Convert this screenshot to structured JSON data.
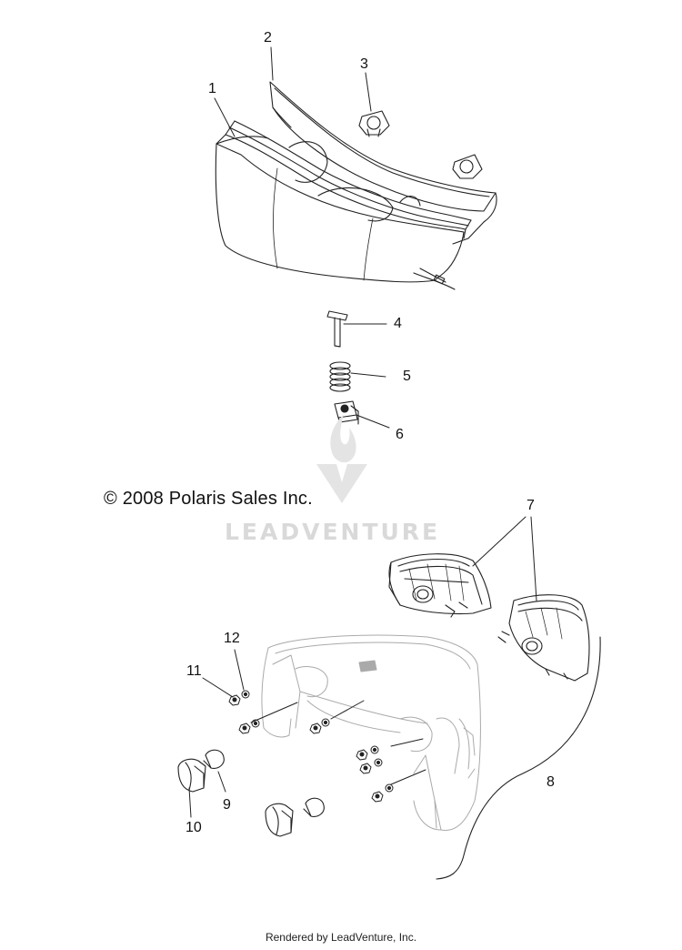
{
  "callouts": {
    "c1": "1",
    "c2": "2",
    "c3": "3",
    "c4": "4",
    "c5": "5",
    "c6": "6",
    "c7": "7",
    "c8": "8",
    "c9": "9",
    "c10": "10",
    "c11": "11",
    "c12": "12"
  },
  "copyright": "© 2008 Polaris Sales Inc.",
  "watermark": "LEADVENTURE",
  "footer": "Rendered by LeadVenture, Inc."
}
